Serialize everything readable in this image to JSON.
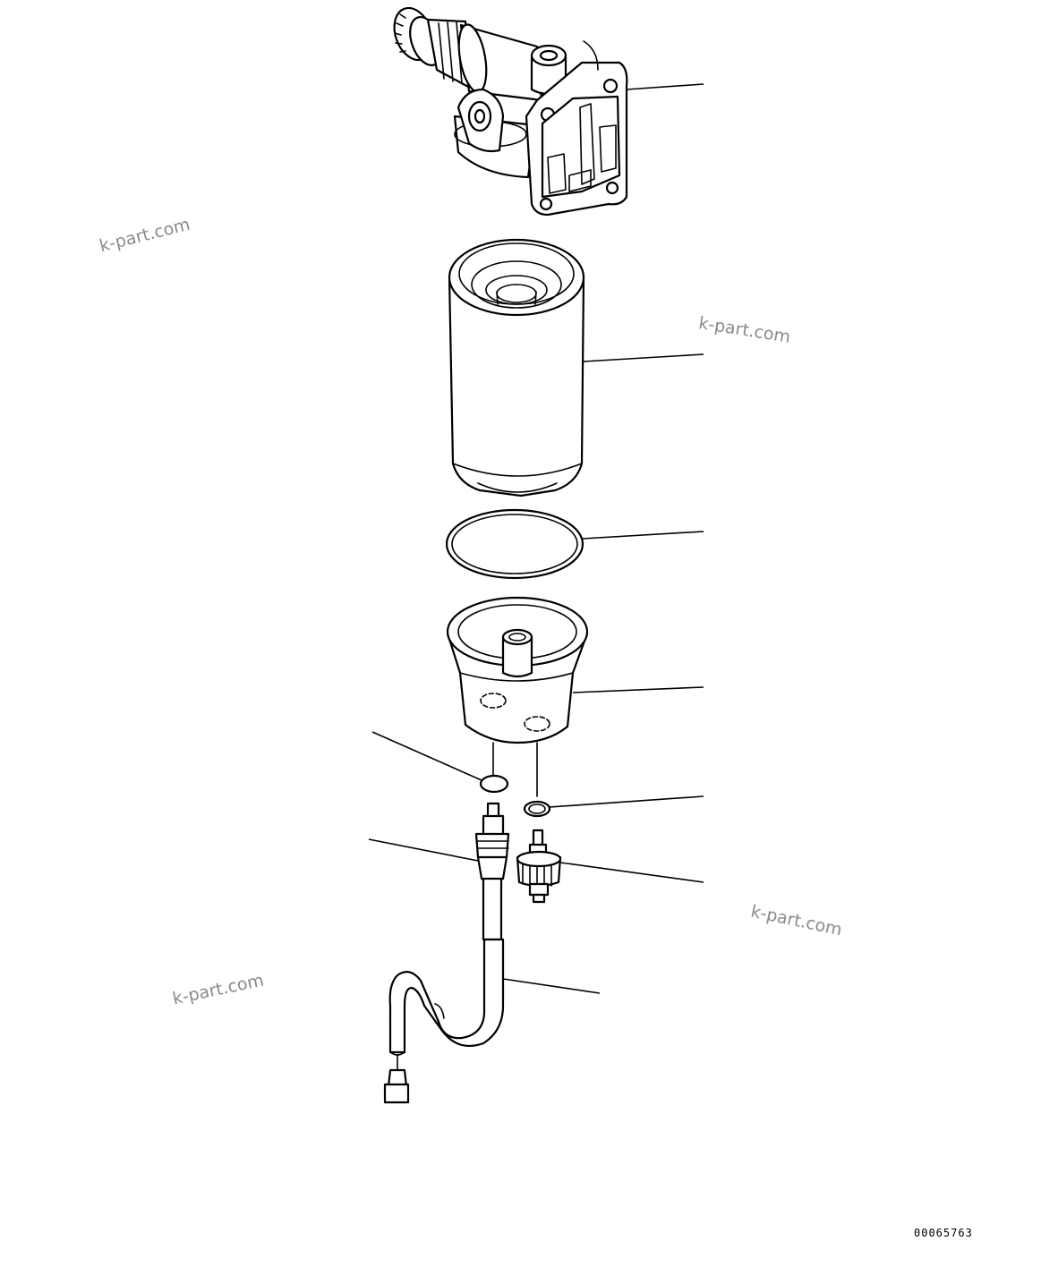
{
  "diagram": {
    "parts": [
      {
        "name": "filter-head"
      },
      {
        "name": "filter-element"
      },
      {
        "name": "o-ring"
      },
      {
        "name": "bowl"
      },
      {
        "name": "plug-seal"
      },
      {
        "name": "o-ring-small"
      },
      {
        "name": "water-sensor"
      },
      {
        "name": "drain-valve"
      },
      {
        "name": "harness"
      }
    ],
    "drawing_number": "00065763"
  },
  "watermarks": [
    {
      "text": "k-part.com"
    },
    {
      "text": "k-part.com"
    },
    {
      "text": "k-part.com"
    },
    {
      "text": "k-part.com"
    }
  ],
  "colors": {
    "line": "#000000",
    "background": "#ffffff",
    "watermark": "#8a8a8a"
  }
}
